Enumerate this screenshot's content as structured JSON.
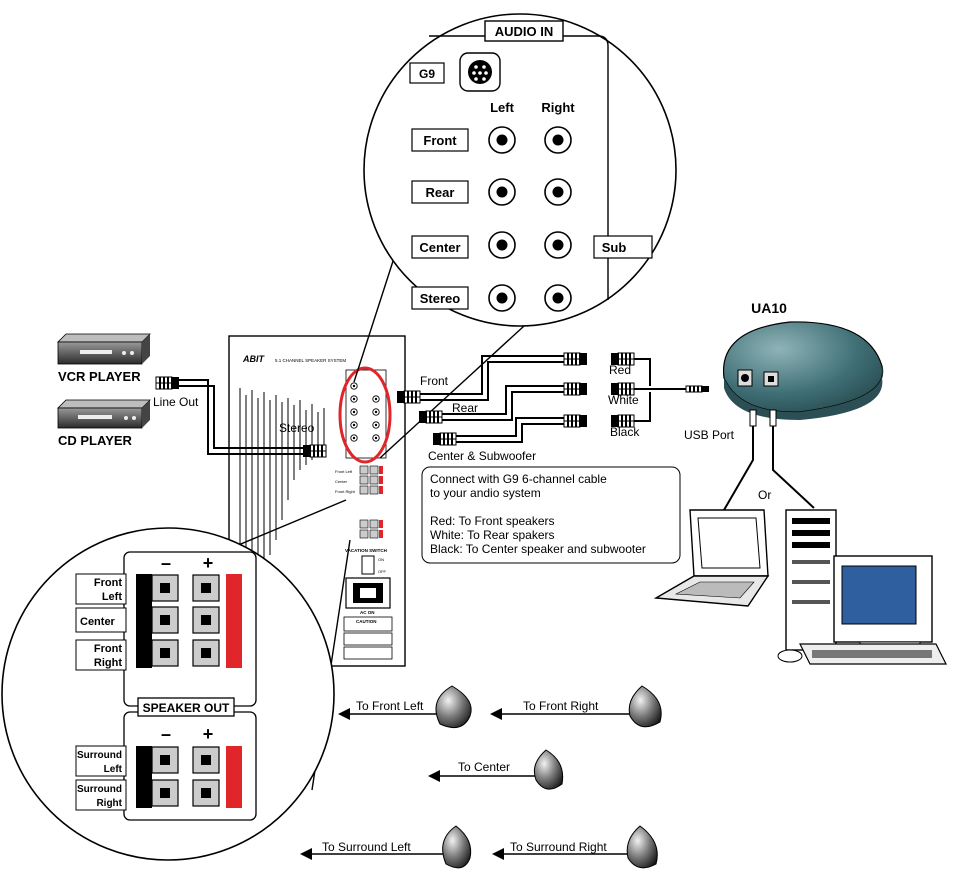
{
  "brand": {
    "logo_text": "ABIT",
    "system_title": "5.1 CHANNEL SPEAKER SYSTEM"
  },
  "audio_in": {
    "title": "AUDIO IN",
    "g9_label": "G9",
    "col_left": "Left",
    "col_right": "Right",
    "rows": [
      "Front",
      "Rear",
      "Center",
      "Stereo"
    ],
    "sub_label": "Sub"
  },
  "sources": {
    "vcr": "VCR PLAYER",
    "cd": "CD PLAYER",
    "line_out": "Line Out",
    "stereo": "Stereo"
  },
  "cables": {
    "front": "Front",
    "rear": "Rear",
    "center_sub": "Center & Subwoofer",
    "red": "Red",
    "white": "White",
    "black": "Black"
  },
  "ua10": {
    "title": "UA10",
    "usb_port": "USB Port",
    "or": "Or"
  },
  "note": {
    "lines": [
      "Connect with G9 6-channel cable",
      "to your andio system",
      "",
      "Red: To Front speakers",
      "White: To Rear spakers",
      "Black: To Center speaker and subwooter"
    ]
  },
  "speaker_out": {
    "title": "SPEAKER OUT",
    "minus": "–",
    "plus": "+",
    "front_left_1": "Front",
    "front_left_2": "Left",
    "center": "Center",
    "front_right_1": "Front",
    "front_right_2": "Right",
    "surround_left_1": "Surround",
    "surround_left_2": "Left",
    "surround_right_1": "Surround",
    "surround_right_2": "Right"
  },
  "panel": {
    "vacation_switch": "VACATION SWITCH",
    "on": "ON",
    "off": "OFF",
    "ac_on": "AC ON",
    "caution": "CAUTION",
    "small_front_left": "Front Left",
    "small_center": "Center",
    "small_front_right": "Front Right"
  },
  "speakers": {
    "front_left": "To Front Left",
    "front_right": "To Front Right",
    "center": "To Center",
    "surround_left": "To Surround Left",
    "surround_right": "To Surround Right"
  },
  "colors": {
    "line": "#000000",
    "red_terminal": "#e0262a",
    "highlight_ring": "#e0262a",
    "ua10_body": "#3f6f75",
    "monitor_screen": "#2f5f9f"
  }
}
